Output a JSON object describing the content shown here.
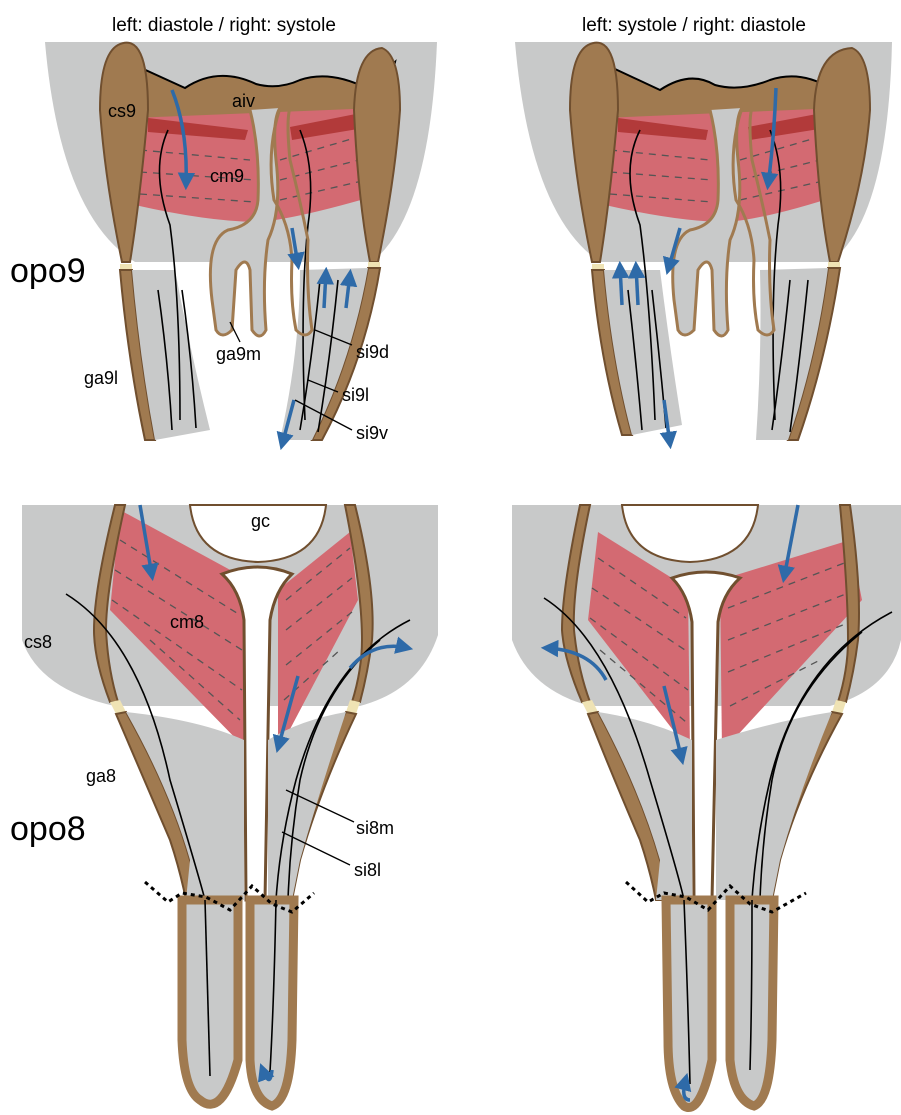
{
  "colors": {
    "tissue": "#c8c9c9",
    "cuticle": "#a07a50",
    "cuticle_stroke": "#704f2f",
    "muscle": "#d36a72",
    "muscle_dark": "#b23a3a",
    "flow_arrow": "#2e6aa8",
    "joint": "#efe3b4",
    "line": "#000000",
    "dash": "#555555"
  },
  "headers": {
    "left": "left: diastole / right: systole",
    "right": "left: systole / right: diastole"
  },
  "rows": {
    "top": "opo9",
    "bottom": "opo8"
  },
  "labels_opo9": {
    "cs9": "cs9",
    "aiv": "aiv",
    "cm9": "cm9",
    "ga9l": "ga9l",
    "ga9m": "ga9m",
    "si9d": "si9d",
    "si9l": "si9l",
    "si9v": "si9v"
  },
  "labels_opo8": {
    "gc": "gc",
    "cm8": "cm8",
    "cs8": "cs8",
    "ga8": "ga8",
    "si8m": "si8m",
    "si8l": "si8l"
  },
  "icons": {
    "flow": "blue-flow-arrow-icon",
    "joint": "articulation-joint-icon"
  }
}
